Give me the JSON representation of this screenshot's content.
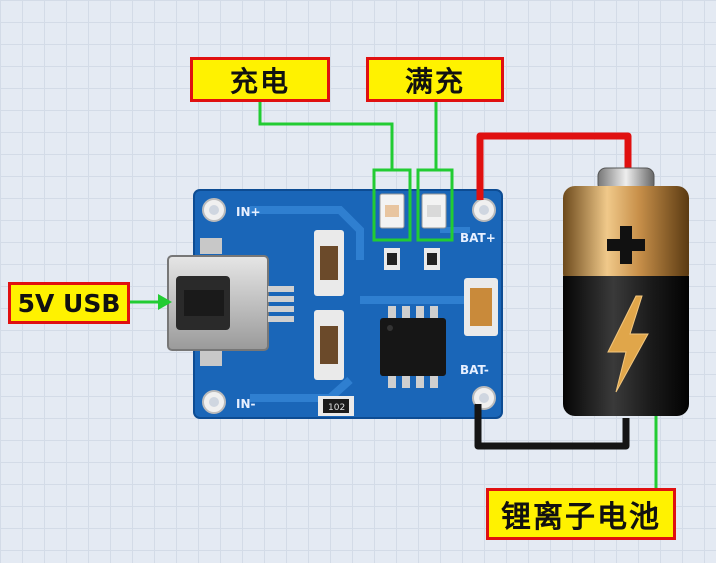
{
  "labels": {
    "charging": "充电",
    "full_charge": "满充",
    "input": "5V USB",
    "battery": "锂离子电池"
  },
  "pcb": {
    "pin_in_plus": "IN+",
    "pin_in_minus": "IN-",
    "pin_bat_plus": "BAT+",
    "pin_bat_minus": "BAT-",
    "resistor_code": "102"
  },
  "colors": {
    "callout_fill": "#fff200",
    "callout_border": "#e01010",
    "pointer_line": "#22cc33",
    "positive_wire": "#e01010",
    "negative_wire": "#151515",
    "pcb_blue": "#1a66b8"
  },
  "icons": {
    "battery_plus": "plus-icon",
    "battery_bolt": "lightning-icon"
  }
}
